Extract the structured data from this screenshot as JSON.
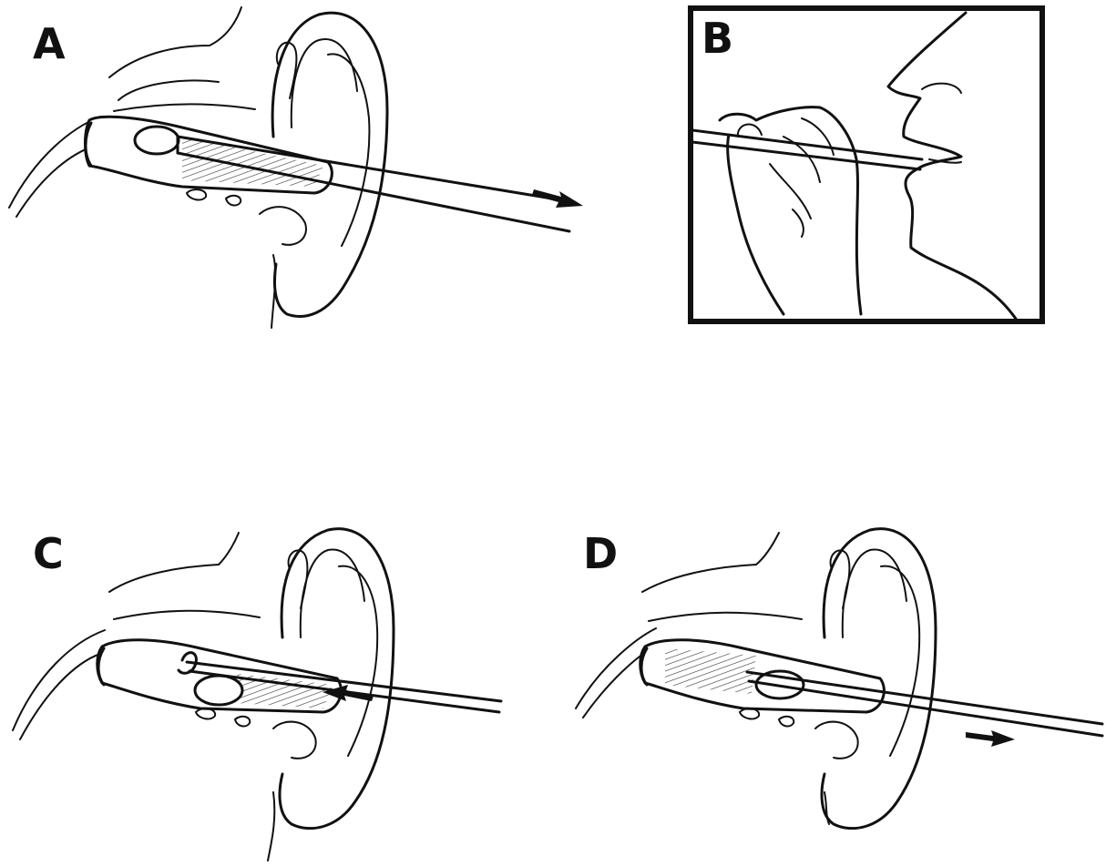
{
  "panels": [
    {
      "label": "A"
    },
    {
      "label": "B"
    },
    {
      "label": "C"
    },
    {
      "label": "D"
    }
  ],
  "colors": {
    "ink": "#111111",
    "background": "#ffffff"
  },
  "arrows": {
    "A": "right",
    "C": "left",
    "D": "right"
  }
}
